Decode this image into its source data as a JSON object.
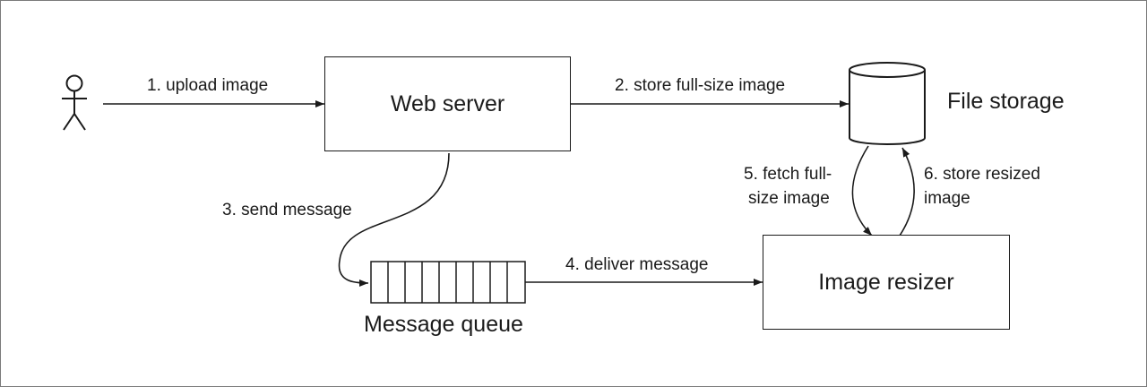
{
  "diagram": {
    "nodes": {
      "user": {
        "icon": "stick-figure-icon"
      },
      "web_server": {
        "label": "Web server"
      },
      "file_storage": {
        "label": "File storage",
        "icon": "cylinder-icon"
      },
      "message_queue": {
        "label": "Message queue",
        "icon": "queue-icon"
      },
      "image_resizer": {
        "label": "Image resizer"
      }
    },
    "edges": {
      "upload": {
        "label": "1. upload image"
      },
      "store_full": {
        "label": "2. store full-size image"
      },
      "send_message": {
        "label": "3. send message"
      },
      "deliver_message": {
        "label": "4. deliver message"
      },
      "fetch_full": {
        "label_line1": "5. fetch full-",
        "label_line2": "size image"
      },
      "store_resized": {
        "label_line1": "6. store resized",
        "label_line2": "image"
      }
    },
    "colors": {
      "stroke": "#1a1a1a",
      "border": "#7a7a7a",
      "background": "#ffffff"
    }
  }
}
